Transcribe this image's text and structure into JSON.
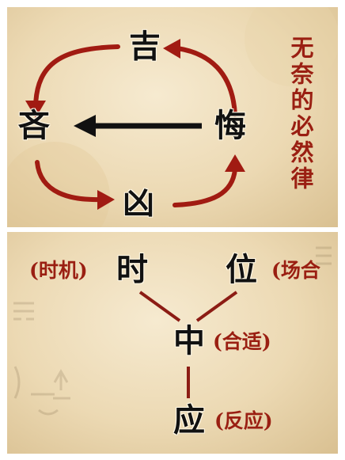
{
  "top_diagram": {
    "ji": "吉",
    "lin": "吝",
    "hui": "悔",
    "xiong": "凶",
    "caption": "无奈的必然律"
  },
  "bottom_diagram": {
    "shi": "时",
    "shi_note": "(时机)",
    "wei": "位",
    "wei_note": "(场合",
    "zhong": "中",
    "zhong_note": "(合适)",
    "ying": "应",
    "ying_note": "(反应)"
  },
  "colors": {
    "arrow_red": "#a11b12",
    "arrow_black": "#111111",
    "note_red": "#9a1f12",
    "line_red": "#8c1c14"
  }
}
